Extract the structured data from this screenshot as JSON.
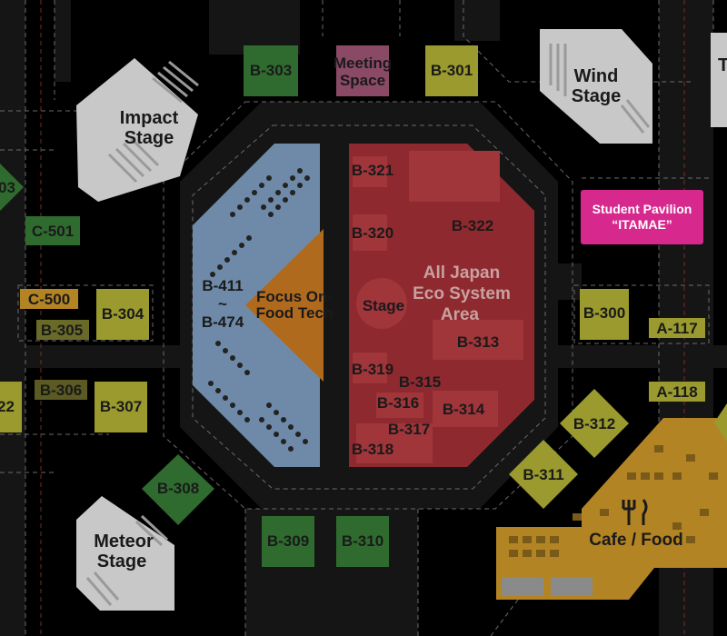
{
  "colors": {
    "background": "#000000",
    "road": "#141414",
    "stage_gray": "#c8c8c8",
    "booth_green": "#2f6b2f",
    "booth_olive": "#9a9a2e",
    "booth_mauve": "#8a4a66",
    "zone_blue": "#6f8aa8",
    "zone_orange": "#b06a1e",
    "zone_red": "#8e2a2f",
    "food_area": "#b38424",
    "student_pavilion": "#d6288d",
    "text_dark": "#1a1a1a",
    "text_light": "#ffffff"
  },
  "stages": {
    "impact": [
      "Impact",
      "Stage"
    ],
    "wind": [
      "Wind",
      "Stage"
    ],
    "meteor": [
      "Meteor",
      "Stage"
    ],
    "stage": "Stage",
    "partial_right": "T"
  },
  "booths": {
    "b303": "B-303",
    "meeting": [
      "Meeting",
      "Space"
    ],
    "b301": "B-301",
    "c501": "C-501",
    "c500": "C-500",
    "b305": "B-305",
    "b304": "B-304",
    "b306": "B-306",
    "b307": "B-307",
    "b308": "B-308",
    "b309": "B-309",
    "b310": "B-310",
    "b300": "B-300",
    "a117": "A-117",
    "a118": "A-118",
    "b312": "B-312",
    "b311": "B-311",
    "left_partial_03": "03",
    "left_partial_22": "22"
  },
  "zones": {
    "blue_range": [
      "B-411",
      "~",
      "B-474"
    ],
    "focus": [
      "Focus On-",
      "Food Tech"
    ],
    "eco": [
      "All Japan",
      "Eco System",
      "Area"
    ],
    "red_booths": {
      "b321": "B-321",
      "b320": "B-320",
      "b322": "B-322",
      "b313": "B-313",
      "b319": "B-319",
      "b315": "B-315",
      "b316": "B-316",
      "b314": "B-314",
      "b317": "B-317",
      "b318": "B-318"
    }
  },
  "food_area": {
    "label": "Cafe / Food",
    "icon": "fork-knife-icon"
  },
  "student_pavilion": {
    "line1": "Student Pavilion",
    "line2": "“ITAMAE”"
  }
}
